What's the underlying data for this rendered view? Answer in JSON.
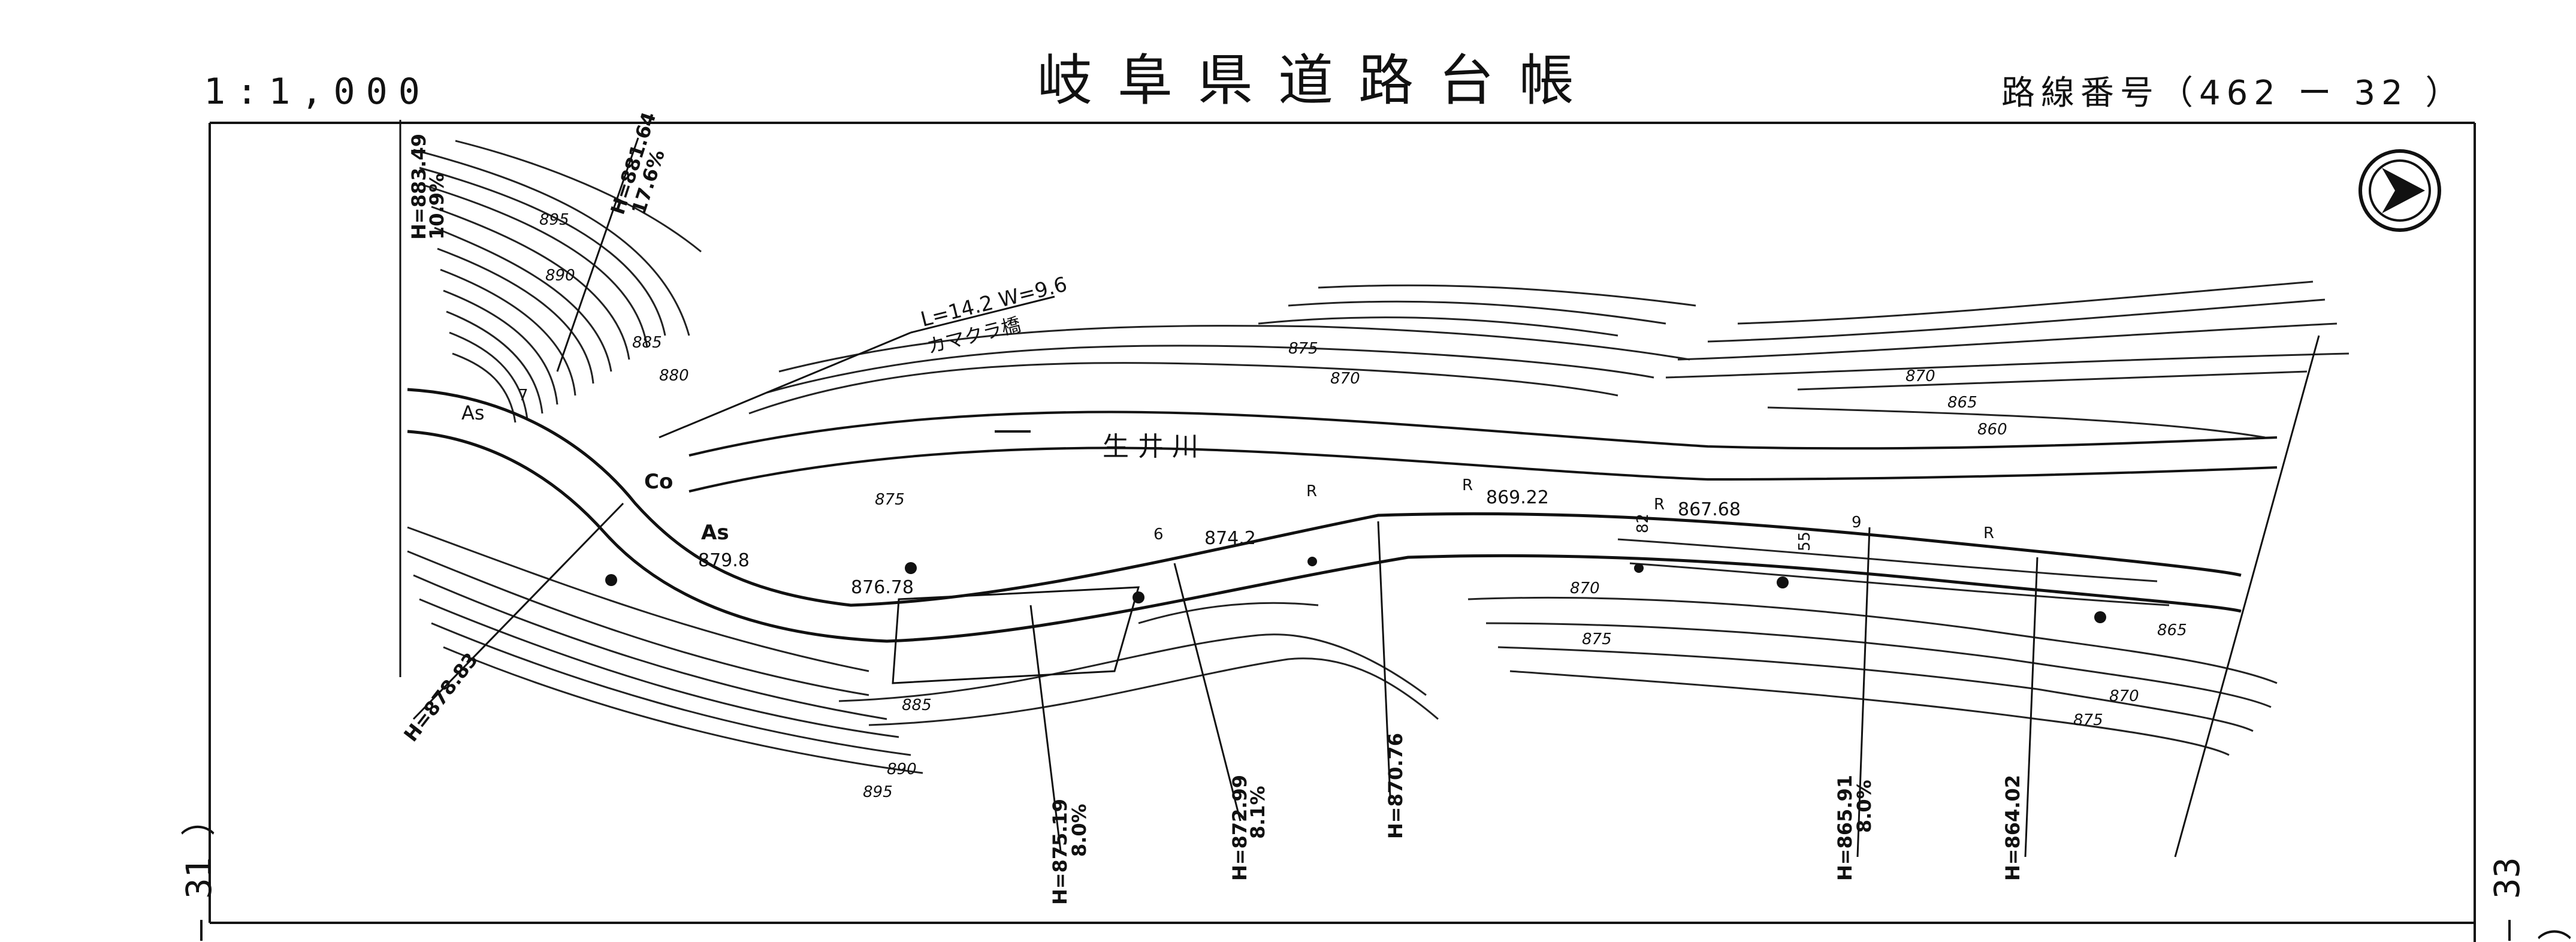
{
  "header": {
    "title": "岐阜県道路台帳",
    "scale": "1:1,000",
    "route_number": "路線番号（462 ー 32 ）"
  },
  "side_marks": {
    "left": "— 31 ）",
    "right": "— 33 ）"
  },
  "map": {
    "river_name": "生 井 川",
    "bridge_label": "L=14.2 W=9.6",
    "bridge_name": "カマクラ橋",
    "surface_labels": [
      "As",
      "Co",
      "As"
    ],
    "north_icon": "north-arrow-icon",
    "elevations": [
      "874.2",
      "879.8",
      "876.78",
      "869.22",
      "867.68"
    ],
    "markers": [
      "7",
      "6",
      "R",
      "R",
      "R",
      "R",
      "9"
    ],
    "contour_labels": [
      "895",
      "890",
      "885",
      "880",
      "875",
      "870",
      "875",
      "870",
      "865",
      "860",
      "870",
      "875",
      "865",
      "870",
      "875",
      "885",
      "890",
      "895"
    ],
    "stations": [
      {
        "height": "H=883.49",
        "grade": "10.9%"
      },
      {
        "height": "H=881.64",
        "grade": "17.6%"
      },
      {
        "height": "H=878.83",
        "grade": ""
      },
      {
        "height": "H=875.19",
        "grade": "8.0%"
      },
      {
        "height": "H=872.99",
        "grade": "8.1%"
      },
      {
        "height": "H=870.76",
        "grade": ""
      },
      {
        "height": "H=865.91",
        "grade": "8.0%"
      },
      {
        "height": "H=864.02",
        "grade": ""
      }
    ],
    "small_marks": [
      "82",
      "55"
    ]
  }
}
